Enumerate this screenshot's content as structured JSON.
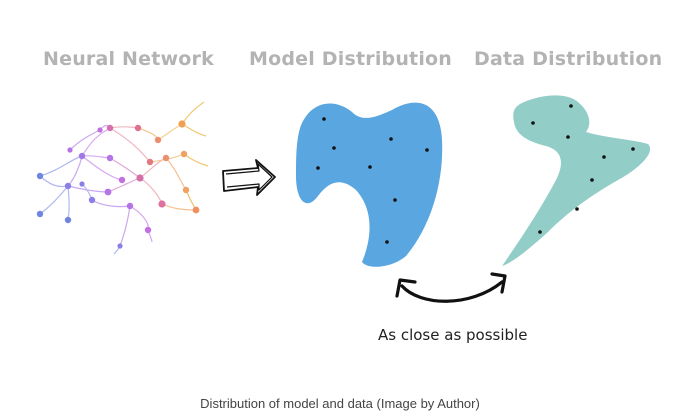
{
  "titles": {
    "neural_network": "Neural Network",
    "model_distribution": "Model Distribution",
    "data_distribution": "Data Distribution"
  },
  "annotation": "As close as possible",
  "caption": "Distribution of model and data (Image by Author)",
  "colors": {
    "title": "#b3b3b3",
    "model_blob": "#5aa6e0",
    "data_blob": "#92cdc8",
    "sample_dot": "#111111",
    "nn_blue": "#6f86e0",
    "nn_purple": "#b574e6",
    "nn_pink": "#e06fa8",
    "nn_orange": "#f0a060",
    "nn_yellow": "#e8b84a"
  },
  "icons": [
    "right-arrow-icon",
    "double-headed-curved-arrow-icon"
  ]
}
